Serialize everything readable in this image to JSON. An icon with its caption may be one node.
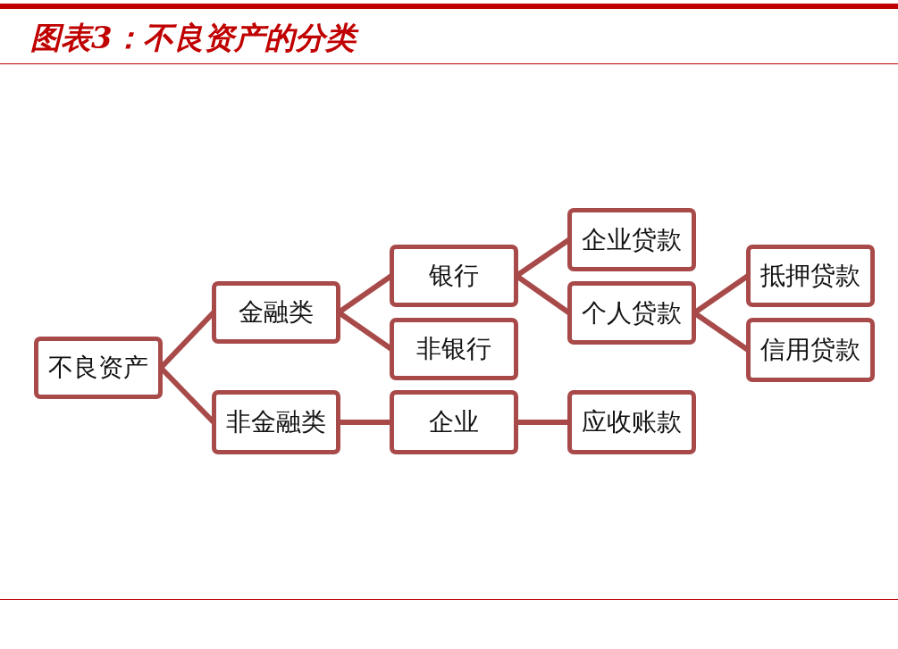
{
  "diagram": {
    "title": "图表3：不良资产的分类",
    "nodes": [
      {
        "text": [
          "不良资产"
        ]
      },
      {
        "text": [
          "金融类"
        ]
      },
      {
        "text": [
          "非金融类"
        ]
      },
      {
        "text": [
          "银行"
        ]
      },
      {
        "text": [
          "非银行"
        ]
      },
      {
        "text": [
          "企业"
        ]
      },
      {
        "text": [
          "企业贷款"
        ]
      },
      {
        "text": [
          "个人贷款"
        ]
      },
      {
        "text": [
          "应收账款"
        ]
      },
      {
        "text": [
          "抵押贷款"
        ]
      },
      {
        "text": [
          "信用贷款"
        ]
      }
    ],
    "edges": [
      {
        "from": 0,
        "to": 1,
        "arrow": "none"
      },
      {
        "from": 0,
        "to": 2,
        "arrow": "none"
      },
      {
        "from": 1,
        "to": 3,
        "arrow": "none"
      },
      {
        "from": 1,
        "to": 4,
        "arrow": "none"
      },
      {
        "from": 2,
        "to": 5,
        "arrow": "none"
      },
      {
        "from": 3,
        "to": 6,
        "arrow": "none"
      },
      {
        "from": 3,
        "to": 7,
        "arrow": "none"
      },
      {
        "from": 5,
        "to": 8,
        "arrow": "none"
      },
      {
        "from": 7,
        "to": 9,
        "arrow": "none"
      },
      {
        "from": 7,
        "to": 10,
        "arrow": "none"
      }
    ]
  }
}
